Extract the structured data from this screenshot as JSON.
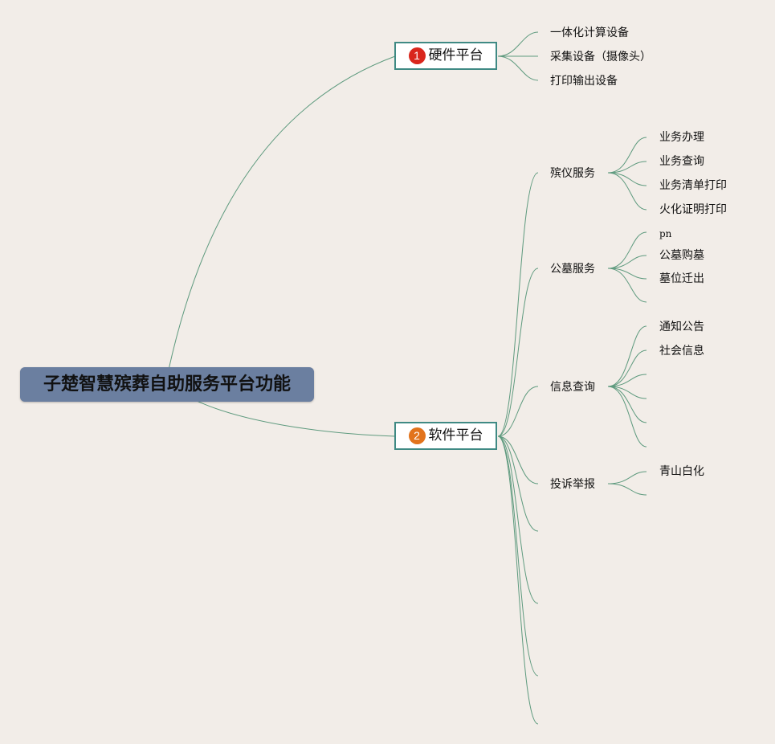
{
  "root": {
    "title": "子楚智慧殡葬自助服务平台功能"
  },
  "hardware": {
    "number": "1",
    "title": "硬件平台",
    "items": [
      "一体化计算设备",
      "采集设备（摄像头）",
      "打印输出设备"
    ]
  },
  "software": {
    "number": "2",
    "title": "软件平台",
    "groups": [
      {
        "label": "殡仪服务",
        "items": [
          "业务办理",
          "业务查询",
          "业务清单打印",
          "火化证明打印"
        ]
      },
      {
        "label": "公墓服务",
        "items": [
          "pn",
          "公墓购墓",
          "墓位迁出"
        ]
      },
      {
        "label": "信息查询",
        "items": [
          "通知公告",
          "社会信息"
        ]
      },
      {
        "label": "投诉举报",
        "items": [
          "青山白化"
        ]
      }
    ]
  },
  "colors": {
    "link": "#5e9a7e",
    "root_bg": "#6b7fa0",
    "branch_border": "#3f8a84",
    "badge_1": "#d9261c",
    "badge_2": "#e2731c"
  }
}
